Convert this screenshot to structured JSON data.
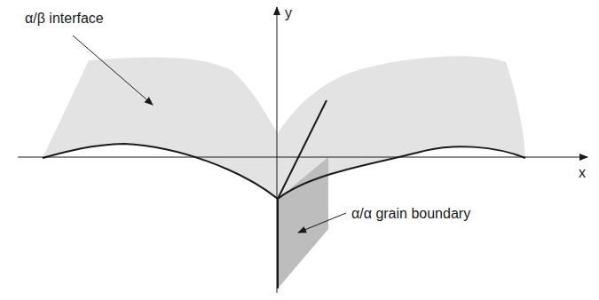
{
  "diagram": {
    "labels": [
      "α/β interface",
      "α/α grain boundary",
      "y",
      "x"
    ]
  }
}
